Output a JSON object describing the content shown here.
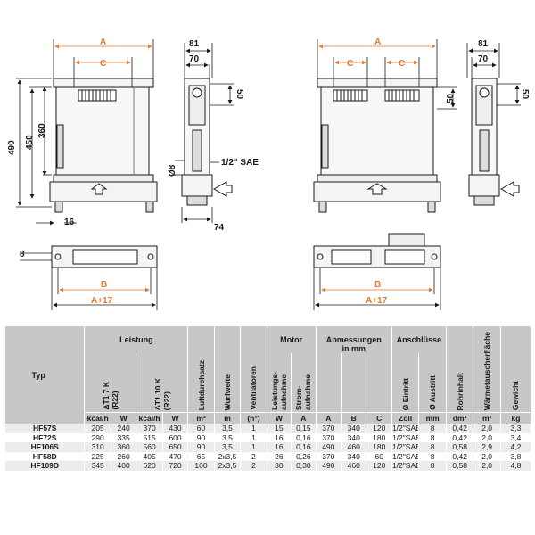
{
  "drawing": {
    "dims_left": {
      "A": "A",
      "C": "C",
      "B": "B",
      "A17": "A+17",
      "d490": "490",
      "d450": "450",
      "d360": "360",
      "d16": "16",
      "d8": "8",
      "d81": "81",
      "d70": "70",
      "d50": "50",
      "phi8": "Ø8",
      "sae": "1/2\" SAE",
      "d74": "74"
    },
    "dims_right": {
      "A": "A",
      "C1": "C",
      "C2": "C",
      "B": "B",
      "A17": "A+17",
      "d81": "81",
      "d70": "70",
      "d50a": "50",
      "d50b": "50"
    }
  },
  "table": {
    "headers": {
      "typ": "Typ",
      "leistung": "Leistung",
      "dt7": "ΔT1 7 K",
      "dt7_sub": "(R22)",
      "dt10": "ΔT1 10 K",
      "dt10_sub": "(R22)",
      "luftdurchsatz": "Luftdurchsatz",
      "wurfweite": "Wurfweite",
      "ventilatoren": "Ventilatoren",
      "motor": "Motor",
      "leistungsaufnahme_1": "Leistungs-",
      "leistungsaufnahme_2": "aufnahme",
      "stromaufnahme_1": "Strom-",
      "stromaufnahme_2": "aufnahme",
      "abmessungen_1": "Abmessungen",
      "abmessungen_2": "in mm",
      "anschluesse": "Anschlüsse",
      "eintritt": "Ø Eintritt",
      "austritt": "Ø Austritt",
      "rohrinhalt": "Rohrinhalt",
      "waermetauscherflaeche": "Wärmetauscherfläche",
      "gewicht": "Gewicht"
    },
    "units": [
      "kcal/h",
      "W",
      "kcal/h",
      "W",
      "m³",
      "m",
      "(n°)",
      "W",
      "A",
      "A",
      "B",
      "C",
      "Zoll",
      "mm",
      "dm³",
      "m²",
      "kg"
    ],
    "rows": [
      [
        "HF57S",
        "205",
        "240",
        "370",
        "430",
        "60",
        "3,5",
        "1",
        "15",
        "0,15",
        "370",
        "340",
        "120",
        "1/2\"SAE",
        "8",
        "0,42",
        "2,0",
        "3,3"
      ],
      [
        "HF72S",
        "290",
        "335",
        "515",
        "600",
        "90",
        "3,5",
        "1",
        "16",
        "0,16",
        "370",
        "340",
        "180",
        "1/2\"SAE",
        "8",
        "0,42",
        "2,0",
        "3,4"
      ],
      [
        "HF106S",
        "310",
        "360",
        "560",
        "650",
        "90",
        "3,5",
        "1",
        "16",
        "0,16",
        "490",
        "460",
        "180",
        "1/2\"SAE",
        "8",
        "0,58",
        "2,9",
        "4,2"
      ],
      [
        "HF58D",
        "225",
        "260",
        "405",
        "470",
        "65",
        "2x3,5",
        "2",
        "26",
        "0,26",
        "370",
        "340",
        "60",
        "1/2\"SAE",
        "8",
        "0,42",
        "2,0",
        "3,8"
      ],
      [
        "HF109D",
        "345",
        "400",
        "620",
        "720",
        "100",
        "2x3,5",
        "2",
        "30",
        "0,30",
        "490",
        "460",
        "120",
        "1/2\"SAE",
        "8",
        "0,58",
        "2,0",
        "4,8"
      ]
    ]
  }
}
